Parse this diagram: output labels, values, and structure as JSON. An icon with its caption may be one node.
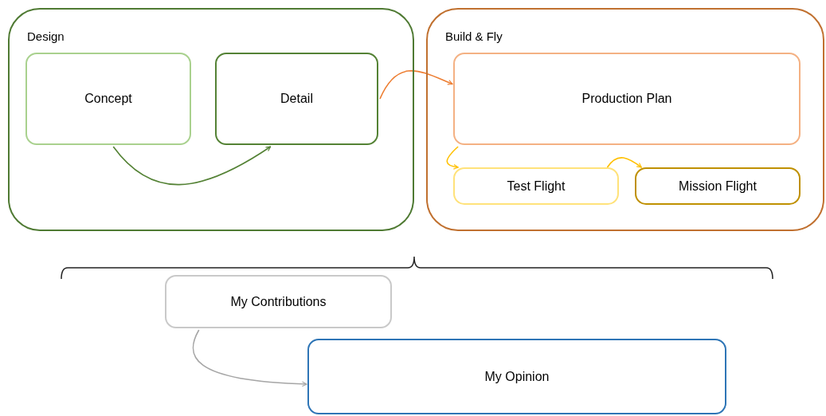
{
  "diagram": {
    "nodes": [
      {
        "text": [
          "Design"
        ]
      },
      {
        "text": [
          "Concept"
        ],
        "in": 0
      },
      {
        "text": [
          "Detail"
        ],
        "in": 0
      },
      {
        "text": [
          "Build & Fly"
        ]
      },
      {
        "text": [
          "Production Plan"
        ],
        "in": 3
      },
      {
        "text": [
          "Test Flight"
        ],
        "in": 3
      },
      {
        "text": [
          "Mission Flight"
        ],
        "in": 3
      },
      {
        "text": [
          "My Contributions"
        ]
      },
      {
        "text": [
          "My Opinion"
        ]
      }
    ],
    "edges": [
      {
        "from": 1,
        "to": 2,
        "arrow": "to",
        "color": "#548235"
      },
      {
        "from": 2,
        "to": 4,
        "arrow": "to",
        "color": "#ed7d31"
      },
      {
        "from": 4,
        "to": 5,
        "arrow": "to",
        "color": "#ffc000"
      },
      {
        "from": 5,
        "to": 6,
        "arrow": "to",
        "color": "#ffc000"
      },
      {
        "from": 7,
        "to": 8,
        "arrow": "to",
        "color": "#a6a6a6"
      }
    ]
  }
}
